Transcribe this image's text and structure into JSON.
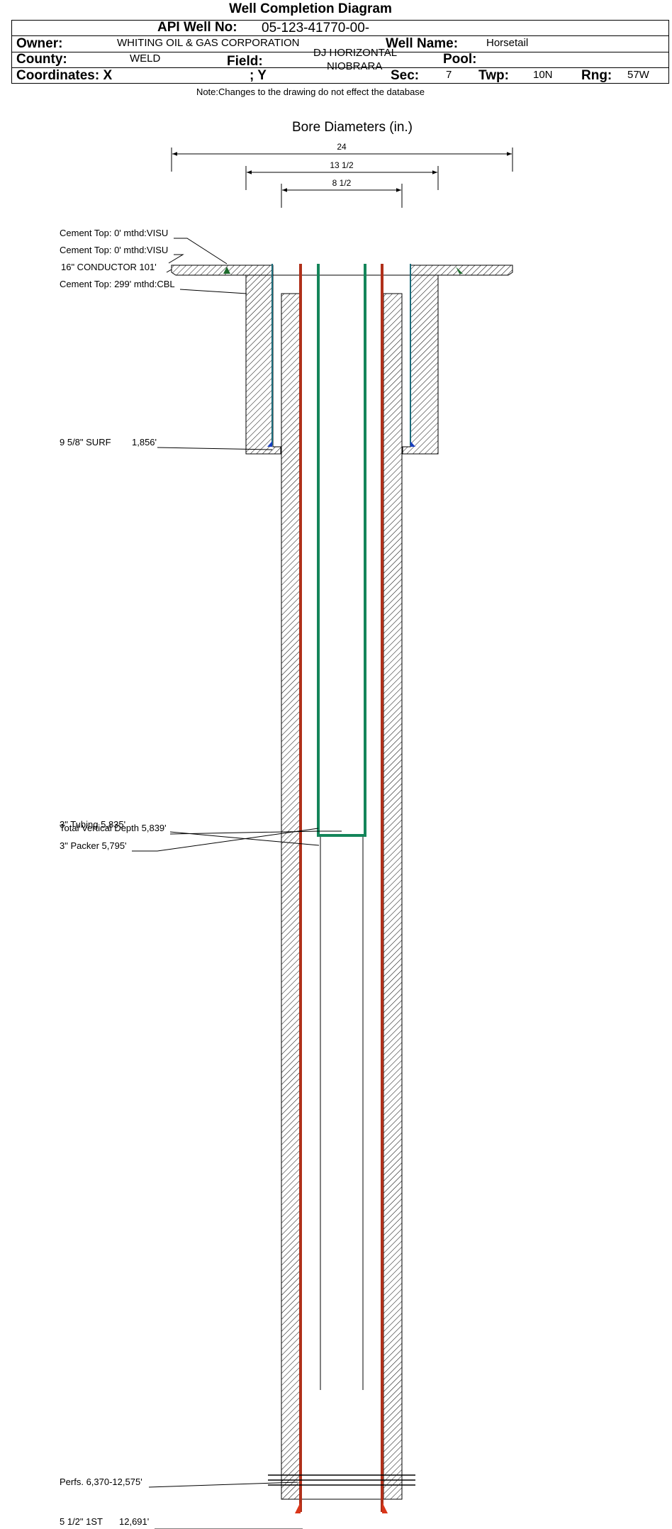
{
  "title": "Well Completion Diagram",
  "header": {
    "api_label": "API Well No:",
    "api_value": "05-123-41770-00-",
    "owner_label": "Owner:",
    "owner_value": "WHITING OIL & GAS CORPORATION",
    "well_name_label": "Well Name:",
    "well_name_value": "Horsetail",
    "county_label": "County:",
    "county_value": "WELD",
    "field_label": "Field:",
    "field_value_line1": "DJ HORIZONTAL",
    "field_value_line2": "NIOBRARA",
    "pool_label": "Pool:",
    "pool_value": "",
    "coords_label": "Coordinates: X",
    "coords_y_label": "; Y",
    "sec_label": "Sec:",
    "sec_value": "7",
    "twp_label": "Twp:",
    "twp_value": "10N",
    "rng_label": "Rng:",
    "rng_value": "57W"
  },
  "note": "Note:Changes to the drawing do not effect the database",
  "bore": {
    "title": "Bore Diameters (in.)",
    "dimensions": [
      "24",
      "13 1/2",
      "8 1/2"
    ]
  },
  "annotations": {
    "cement_top_1": "Cement Top: 0' mthd:VISU",
    "cement_top_2": "Cement Top: 0' mthd:VISU",
    "conductor": "16\" CONDUCTOR  101'",
    "cement_top_3": "Cement Top: 299' mthd:CBL",
    "surface_casing_name": "9 5/8\" SURF",
    "surface_casing_depth": "1,856'",
    "tubing": "3\" Tubing 5,835'",
    "total_vertical_depth": "Total Vertical Depth 5,839'",
    "packer": "3\" Packer 5,795'",
    "perfs": "Perfs. 6,370-12,575'",
    "production_casing_name": "5 1/2\" 1ST",
    "production_casing_depth": "12,691'"
  },
  "colors": {
    "production_casing": "#b0301a",
    "tubing": "#14855a",
    "surface_casing": "#1a6b7a",
    "cement_hatch": "#000000",
    "shoe_marker": "#1a3fbf"
  }
}
